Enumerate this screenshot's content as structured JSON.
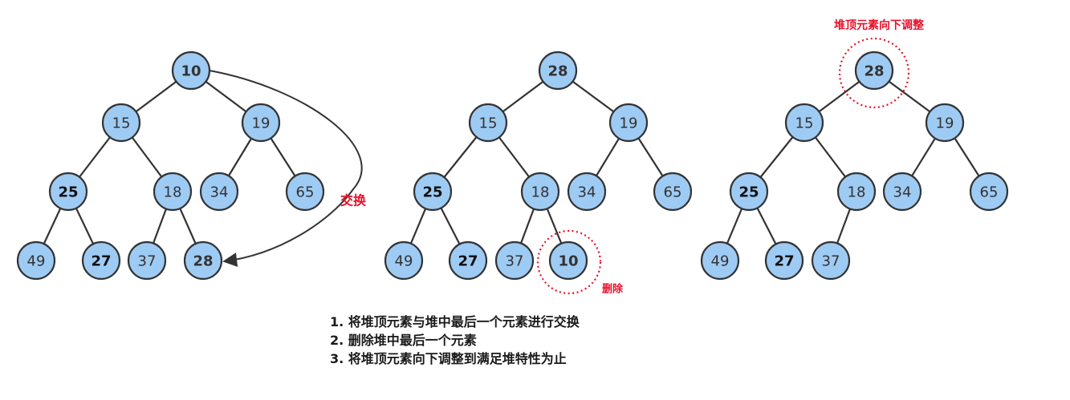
{
  "colors": {
    "node_fill": "#9ecbf4",
    "outline": "#333333",
    "highlight": "#e8102a"
  },
  "trees": [
    {
      "nodes": [
        {
          "id": "a",
          "label": "10",
          "style": "red"
        },
        {
          "id": "b",
          "label": "15",
          "style": "normal"
        },
        {
          "id": "c",
          "label": "19",
          "style": "normal"
        },
        {
          "id": "d",
          "label": "25",
          "style": "bold"
        },
        {
          "id": "e",
          "label": "18",
          "style": "normal"
        },
        {
          "id": "f",
          "label": "34",
          "style": "normal"
        },
        {
          "id": "g",
          "label": "65",
          "style": "normal"
        },
        {
          "id": "h",
          "label": "49",
          "style": "normal"
        },
        {
          "id": "i",
          "label": "27",
          "style": "bold"
        },
        {
          "id": "j",
          "label": "37",
          "style": "normal"
        },
        {
          "id": "k",
          "label": "28",
          "style": "red"
        }
      ],
      "edges": [
        [
          "a",
          "b"
        ],
        [
          "a",
          "c"
        ],
        [
          "b",
          "d"
        ],
        [
          "b",
          "e"
        ],
        [
          "c",
          "f"
        ],
        [
          "c",
          "g"
        ],
        [
          "d",
          "h"
        ],
        [
          "d",
          "i"
        ],
        [
          "e",
          "j"
        ],
        [
          "e",
          "k"
        ]
      ],
      "annotation": "交换"
    },
    {
      "nodes": [
        {
          "id": "a",
          "label": "28",
          "style": "red"
        },
        {
          "id": "b",
          "label": "15",
          "style": "normal"
        },
        {
          "id": "c",
          "label": "19",
          "style": "normal"
        },
        {
          "id": "d",
          "label": "25",
          "style": "bold"
        },
        {
          "id": "e",
          "label": "18",
          "style": "normal"
        },
        {
          "id": "f",
          "label": "34",
          "style": "normal"
        },
        {
          "id": "g",
          "label": "65",
          "style": "normal"
        },
        {
          "id": "h",
          "label": "49",
          "style": "normal"
        },
        {
          "id": "i",
          "label": "27",
          "style": "bold"
        },
        {
          "id": "j",
          "label": "37",
          "style": "normal"
        },
        {
          "id": "k",
          "label": "10",
          "style": "red"
        }
      ],
      "edges": [
        [
          "a",
          "b"
        ],
        [
          "a",
          "c"
        ],
        [
          "b",
          "d"
        ],
        [
          "b",
          "e"
        ],
        [
          "c",
          "f"
        ],
        [
          "c",
          "g"
        ],
        [
          "d",
          "h"
        ],
        [
          "d",
          "i"
        ],
        [
          "e",
          "j"
        ],
        [
          "e",
          "k"
        ]
      ],
      "annotation": "删除"
    },
    {
      "nodes": [
        {
          "id": "a",
          "label": "28",
          "style": "red"
        },
        {
          "id": "b",
          "label": "15",
          "style": "normal"
        },
        {
          "id": "c",
          "label": "19",
          "style": "normal"
        },
        {
          "id": "d",
          "label": "25",
          "style": "bold"
        },
        {
          "id": "e",
          "label": "18",
          "style": "normal"
        },
        {
          "id": "f",
          "label": "34",
          "style": "normal"
        },
        {
          "id": "g",
          "label": "65",
          "style": "normal"
        },
        {
          "id": "h",
          "label": "49",
          "style": "normal"
        },
        {
          "id": "i",
          "label": "27",
          "style": "bold"
        },
        {
          "id": "j",
          "label": "37",
          "style": "normal"
        }
      ],
      "edges": [
        [
          "a",
          "b"
        ],
        [
          "a",
          "c"
        ],
        [
          "b",
          "d"
        ],
        [
          "b",
          "e"
        ],
        [
          "c",
          "f"
        ],
        [
          "c",
          "g"
        ],
        [
          "d",
          "h"
        ],
        [
          "d",
          "i"
        ],
        [
          "e",
          "j"
        ]
      ],
      "annotation": "堆顶元素向下调整"
    }
  ],
  "steps": [
    "1. 将堆顶元素与堆中最后一个元素进行交换",
    "2. 删除堆中最后一个元素",
    "3. 将堆顶元素向下调整到满足堆特性为止"
  ]
}
